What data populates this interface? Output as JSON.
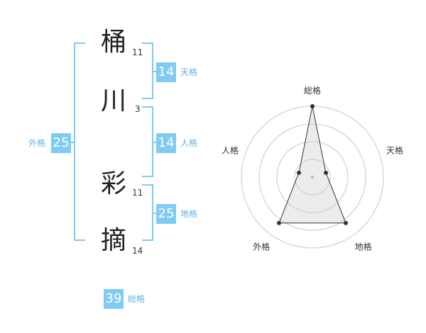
{
  "name": {
    "chars": [
      {
        "char": "桶",
        "strokes": "11"
      },
      {
        "char": "川",
        "strokes": "3"
      },
      {
        "char": "彩",
        "strokes": "11"
      },
      {
        "char": "摘",
        "strokes": "14"
      }
    ]
  },
  "grid": {
    "tenkaku": {
      "value": "14",
      "label": "天格"
    },
    "jinkaku": {
      "value": "14",
      "label": "人格"
    },
    "chikaku": {
      "value": "25",
      "label": "地格"
    },
    "gaikaku": {
      "value": "25",
      "label": "外格"
    },
    "soukaku": {
      "value": "39",
      "label": "総格"
    }
  },
  "chart_data": {
    "type": "radar",
    "axes": [
      "総格",
      "天格",
      "地格",
      "外格",
      "人格"
    ],
    "values": [
      5,
      1,
      4,
      4,
      1
    ],
    "max": 5,
    "rings": 4,
    "grid": true
  }
}
